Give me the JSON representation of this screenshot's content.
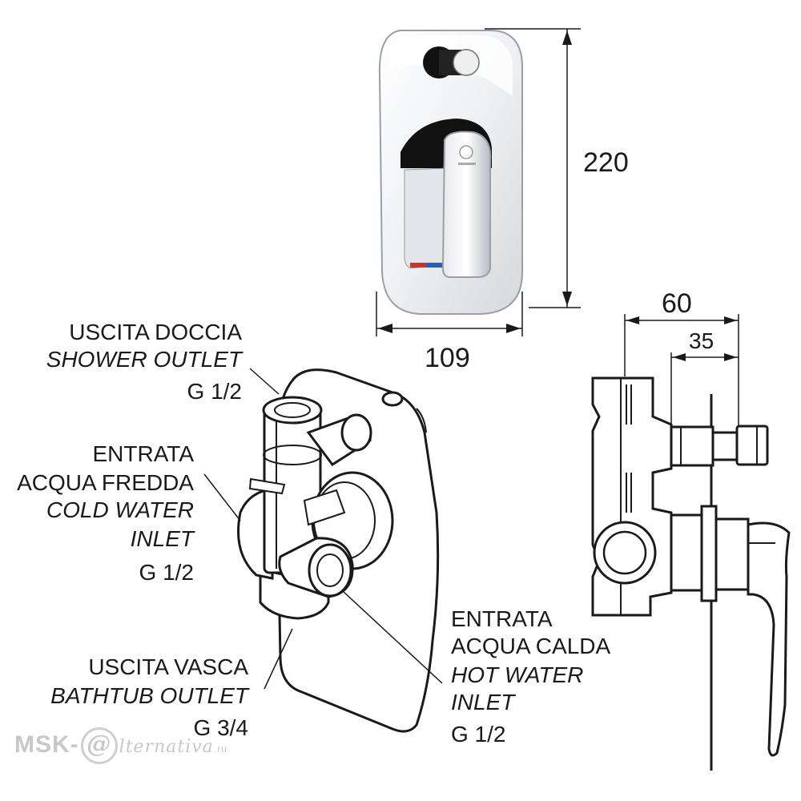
{
  "dimensions": {
    "height": "220",
    "width": "109",
    "depth_total": "60",
    "depth_partial": "35"
  },
  "labels": {
    "shower_outlet": {
      "it": "USCITA DOCCIA",
      "en": "SHOWER OUTLET",
      "thread": "G 1/2"
    },
    "cold_inlet": {
      "it_1": "ENTRATA",
      "it_2": "ACQUA FREDDA",
      "en_1": "COLD WATER",
      "en_2": "INLET",
      "thread": "G 1/2"
    },
    "bath_outlet": {
      "it": "USCITA VASCA",
      "en": "BATHTUB OUTLET",
      "thread": "G 3/4"
    },
    "hot_inlet": {
      "it_1": "ENTRATA",
      "it_2": "ACQUA CALDA",
      "en_1": "HOT WATER",
      "en_2": "INLET",
      "thread": "G 1/2"
    }
  },
  "watermark": {
    "prefix": "MSK-",
    "at": "@",
    "suffix": "lternativa",
    "domain": ".ru"
  },
  "colors": {
    "line": "#1a1a1a",
    "chrome_light": "#f4f4f6",
    "chrome_dark": "#111111",
    "hot": "#c0392b",
    "cold": "#2c5fb0"
  }
}
